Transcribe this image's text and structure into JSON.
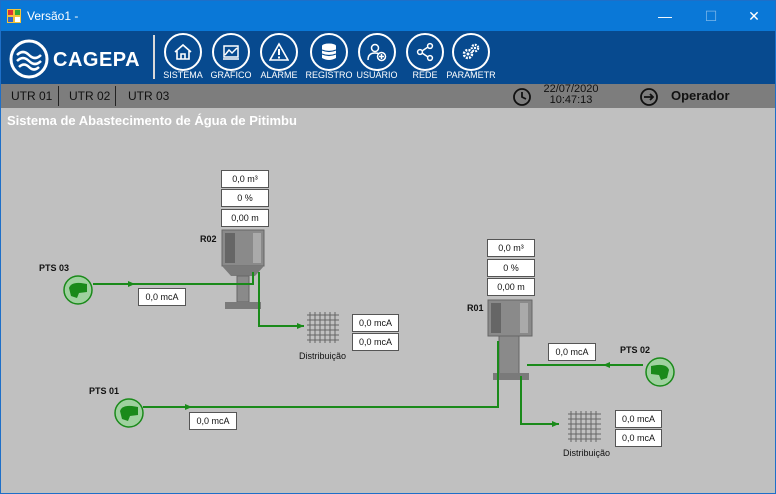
{
  "window": {
    "title": "Versão1 -",
    "min_glyph": "—",
    "max_glyph": "☐",
    "close_glyph": "✕"
  },
  "header": {
    "logo_text": "CAGEPA",
    "nav": [
      {
        "label": "SISTEMA",
        "icon": "home-icon"
      },
      {
        "label": "GRÁFICO",
        "icon": "chart-icon"
      },
      {
        "label": "ALARME",
        "icon": "warning-icon"
      },
      {
        "label": "REGISTRO",
        "icon": "database-icon"
      },
      {
        "label": "USUÁRIO",
        "icon": "user-add-icon"
      },
      {
        "label": "REDE",
        "icon": "network-icon"
      },
      {
        "label": "PARAMETR",
        "icon": "gears-icon"
      }
    ]
  },
  "utr_bar": {
    "tabs": [
      "UTR 01",
      "UTR 02",
      "UTR 03"
    ],
    "date": "22/07/2020",
    "time": "10:47:13",
    "operator": "Operador"
  },
  "system_title": "Sistema de Abastecimento de Água de Pitimbu",
  "diagram": {
    "r02": {
      "label": "R02",
      "volume": "0,0 m³",
      "percent": "0 %",
      "level": "0,00 m"
    },
    "r01": {
      "label": "R01",
      "volume": "0,0 m³",
      "percent": "0 %",
      "level": "0,00 m"
    },
    "pts03": {
      "label": "PTS 03",
      "pressure": "0,0 mcA"
    },
    "pts01": {
      "label": "PTS 01",
      "pressure": "0,0 mcA"
    },
    "pts02": {
      "label": "PTS 02",
      "pressure": "0,0 mcA"
    },
    "dist1": {
      "label": "Distribuição",
      "v1": "0,0 mcA",
      "v2": "0,0 mcA"
    },
    "dist2": {
      "label": "Distribuição",
      "v1": "0,0 mcA",
      "v2": "0,0 mcA"
    },
    "colors": {
      "pipe": "#1a8a1a",
      "tank": "#8a8a8a"
    }
  }
}
